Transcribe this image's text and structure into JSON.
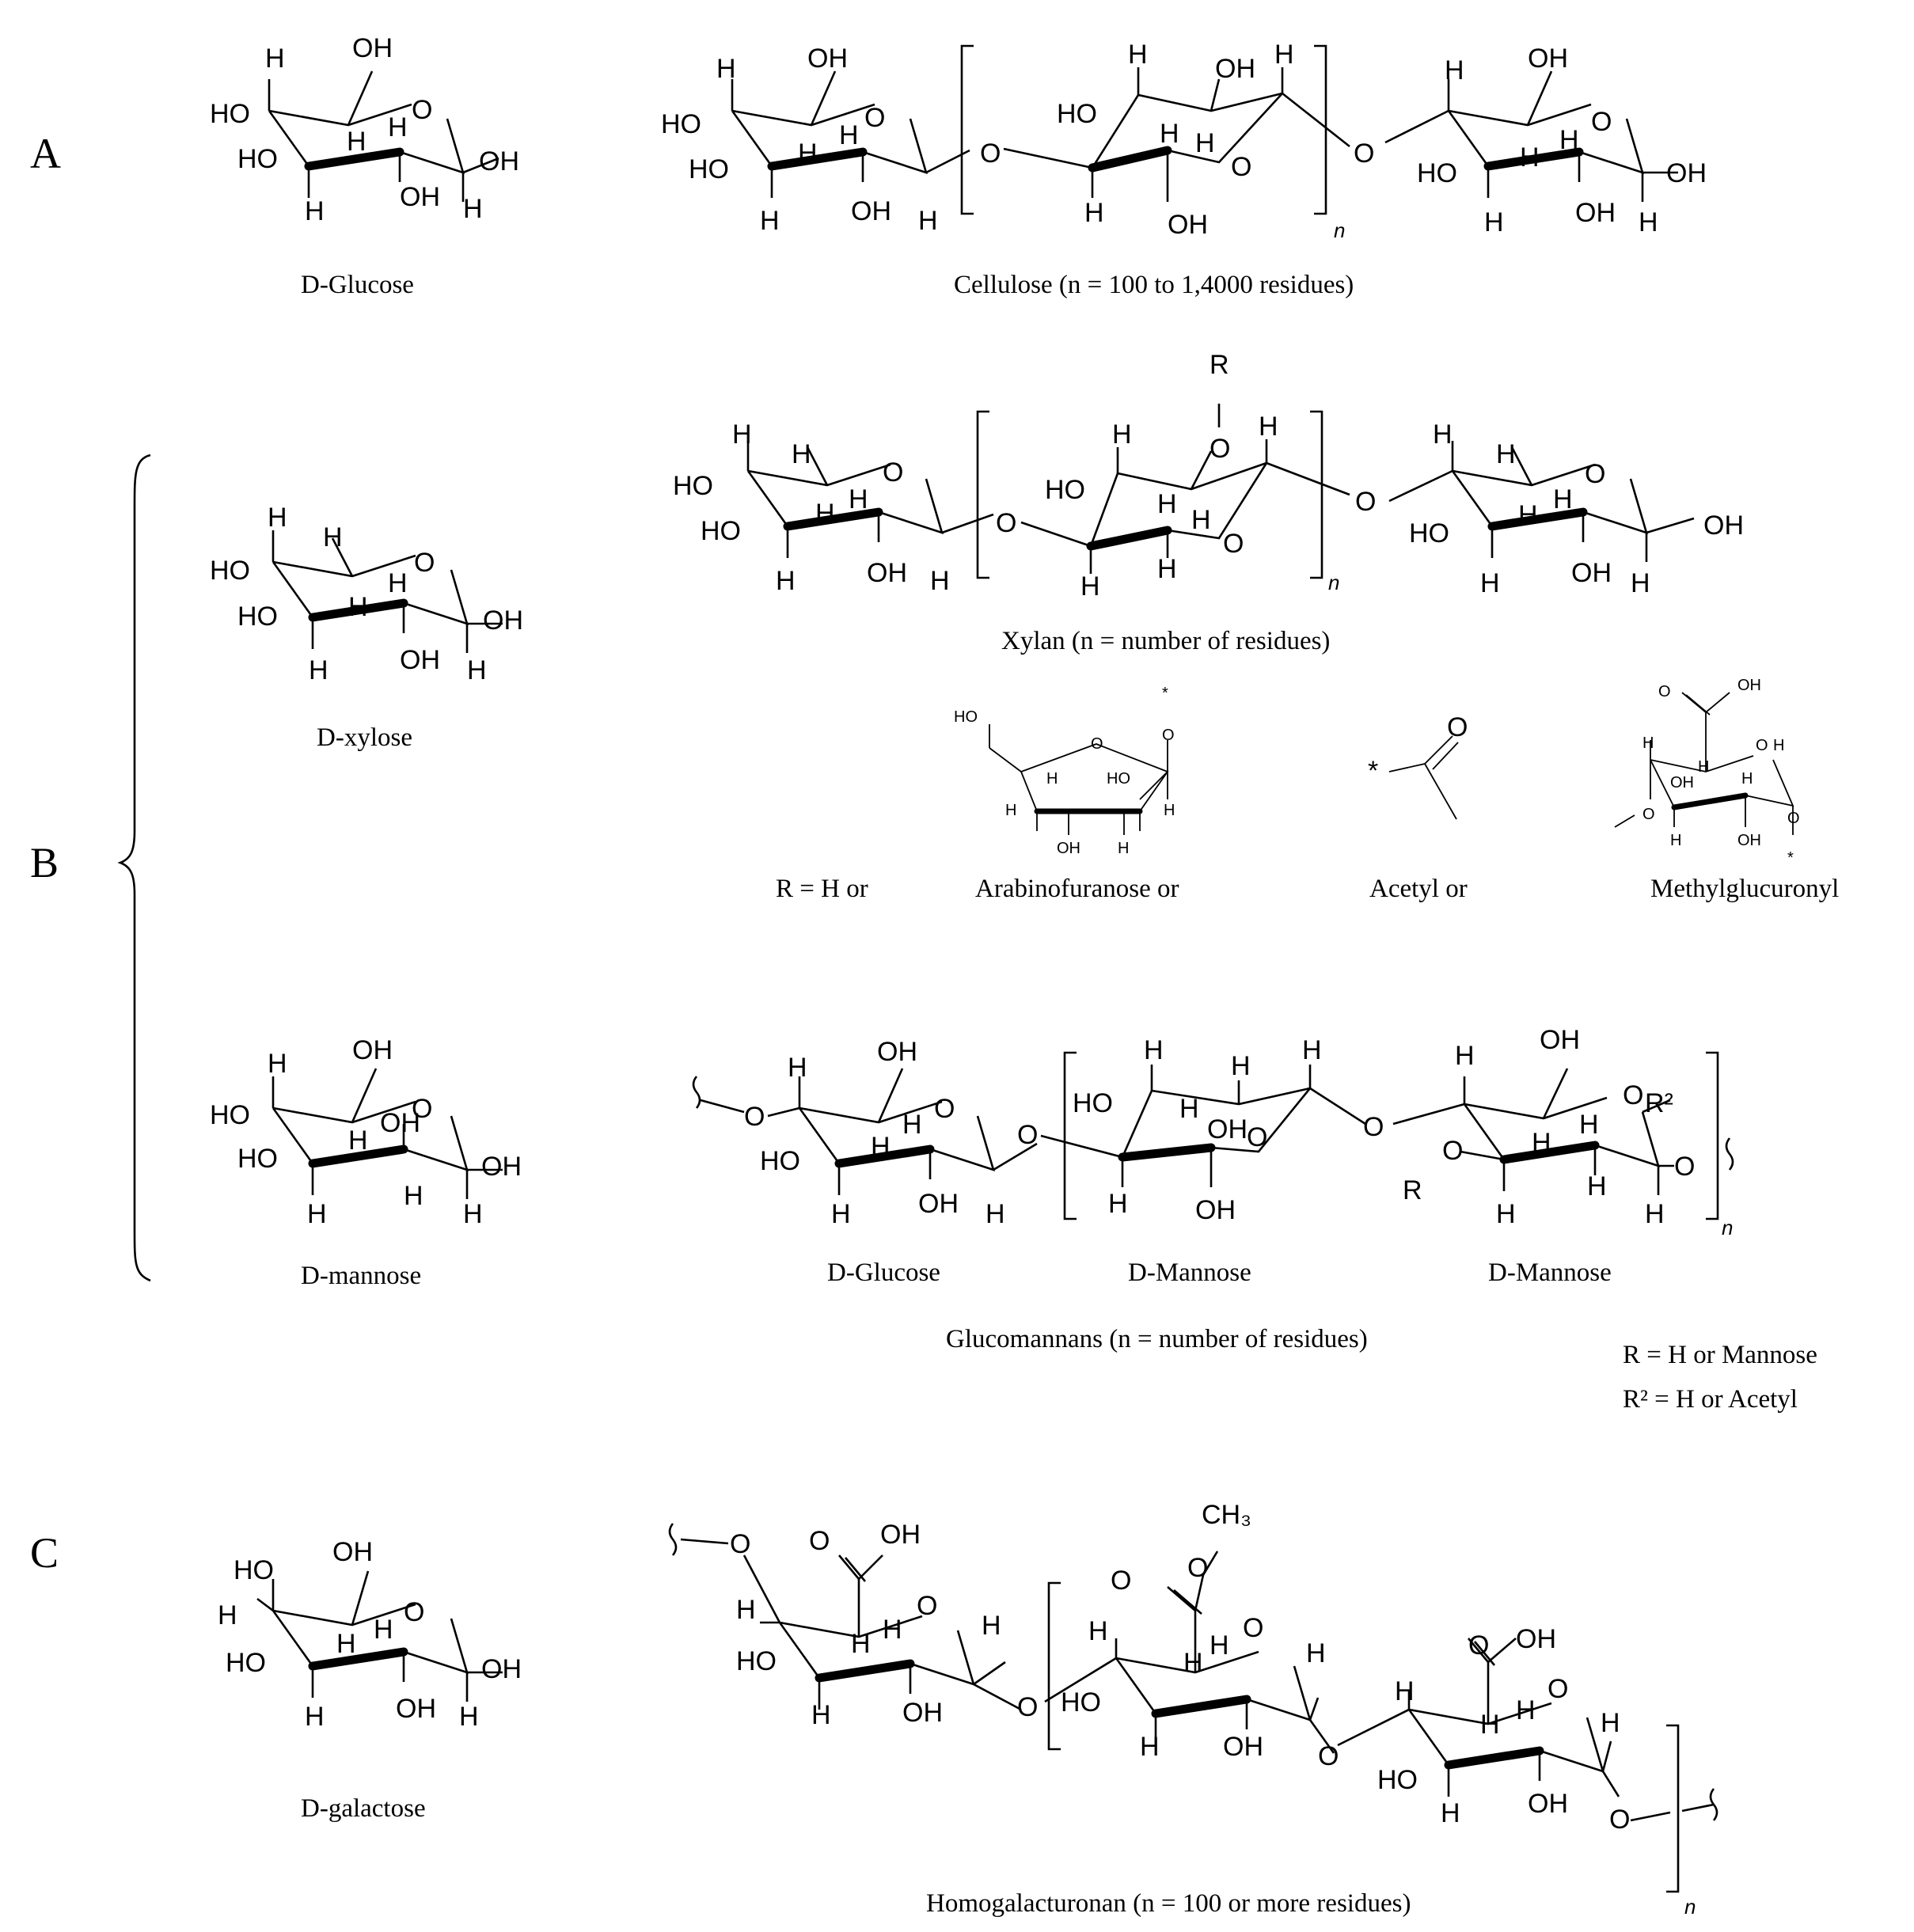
{
  "sections": {
    "a": "A",
    "b": "B",
    "c": "C"
  },
  "monomers": {
    "glucose": "D-Glucose",
    "xylose": "D-xylose",
    "mannose": "D-mannose",
    "galactose": "D-galactose"
  },
  "polymers": {
    "cellulose": "Cellulose  (n = 100 to 1,4000 residues)",
    "xylan": "Xylan  (n = number of residues)",
    "glucomannans": "Glucomannans (n = number of residues)",
    "homogalacturonan": "Homogalacturonan (n = 100 or more residues)"
  },
  "substituents": {
    "r_prefix": "R =  H  or",
    "arabinofuranose": "Arabinofuranose  or",
    "acetyl": "Acetyl   or",
    "methylglucuronyl": "Methylglucuronyl"
  },
  "glucomannan_units": {
    "unit1": "D-Glucose",
    "unit2": "D-Mannose",
    "unit3": "D-Mannose"
  },
  "notes": {
    "r_def": "R =  H  or  Mannose",
    "r2_def": "R² =  H  or  Acetyl"
  },
  "atoms": {
    "H": "H",
    "O": "O",
    "OH": "OH",
    "HO": "HO",
    "R": "R",
    "n": "n",
    "ch3": "CH₃",
    "star": "*",
    "r2": "R²",
    "oh_h": "OH H",
    "oh_half": "OḦ"
  }
}
